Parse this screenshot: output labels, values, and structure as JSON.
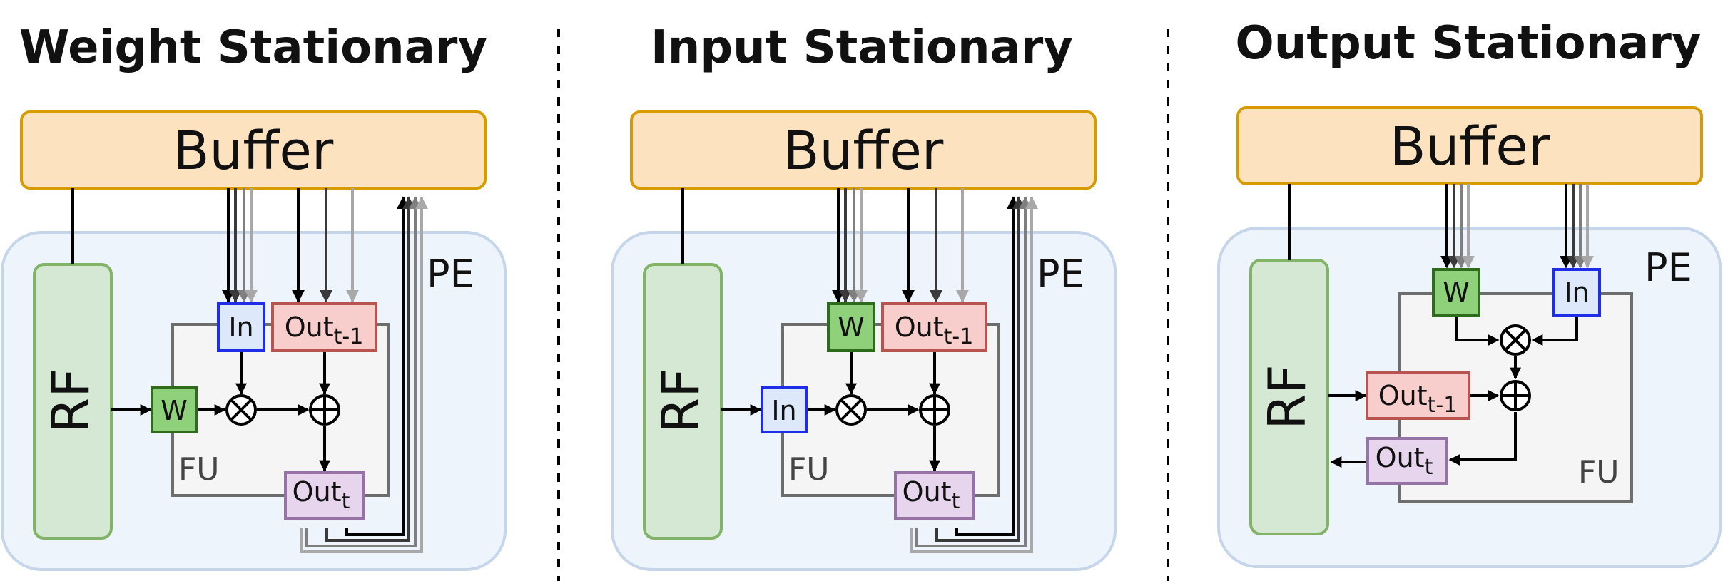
{
  "colors": {
    "buffer_fill": "#fde2c0",
    "buffer_stroke": "#d79b00",
    "pe_fill": "#eef4fb",
    "pe_stroke": "#c5d6ea",
    "rf_fill": "#d5e8d4",
    "rf_stroke": "#82b366",
    "fu_fill": "#f5f5f5",
    "fu_stroke": "#6e6e6e",
    "w_fill": "#8fd17a",
    "w_stroke": "#2e6b1d",
    "in_fill": "#dde9fb",
    "in_stroke": "#1f2ee6",
    "outprev_fill": "#f8cecc",
    "outprev_stroke": "#b85450",
    "out_fill": "#e6d5ec",
    "out_stroke": "#9673a6"
  },
  "panels": [
    {
      "title": "Weight Stationary",
      "buffer": "Buffer",
      "pe": "PE",
      "rf": "RF",
      "fu": "FU",
      "w": "W",
      "in": "In",
      "out_prev": "Out",
      "out_prev_sub": "t-1",
      "out": "Out",
      "out_sub": "t"
    },
    {
      "title": "Input Stationary",
      "buffer": "Buffer",
      "pe": "PE",
      "rf": "RF",
      "fu": "FU",
      "w": "W",
      "in": "In",
      "out_prev": "Out",
      "out_prev_sub": "t-1",
      "out": "Out",
      "out_sub": "t"
    },
    {
      "title": "Output Stationary",
      "buffer": "Buffer",
      "pe": "PE",
      "rf": "RF",
      "fu": "FU",
      "w": "W",
      "in": "In",
      "out_prev": "Out",
      "out_prev_sub": "t-1",
      "out": "Out",
      "out_sub": "t"
    }
  ]
}
